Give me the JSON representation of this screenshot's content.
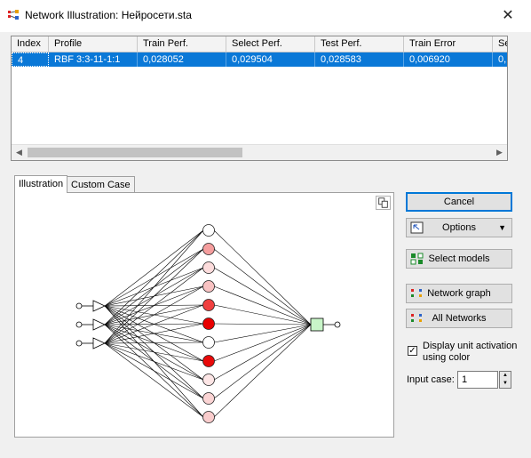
{
  "window": {
    "title": "Network Illustration: Нейросети.sta",
    "close_symbol": "✕"
  },
  "grid": {
    "columns": [
      "Index",
      "Profile",
      "Train Perf.",
      "Select Perf.",
      "Test Perf.",
      "Train Error",
      "Se"
    ],
    "rows": [
      [
        "4",
        "RBF 3:3-11-1:1",
        "0,028052",
        "0,029504",
        "0,028583",
        "0,006920",
        "0,"
      ]
    ]
  },
  "tabs": [
    "Illustration",
    "Custom Case"
  ],
  "buttons": {
    "cancel": "Cancel",
    "options": "Options",
    "select_models": "Select models",
    "network_graph": "Network graph",
    "all_networks": "All Networks"
  },
  "display_unit": {
    "label": "Display unit activation using color",
    "checked": true
  },
  "input_case": {
    "label": "Input case:",
    "value": "1"
  },
  "network": {
    "inputs": 3,
    "hidden_units": 11,
    "outputs": 1,
    "hidden_activation_colors": [
      "#ffffff",
      "#f59e9e",
      "#fcdcdc",
      "#f8c2c2",
      "#f04040",
      "#e80000",
      "#ffffff",
      "#e80a0a",
      "#fde6e6",
      "#fbd4d4",
      "#f9cccc"
    ],
    "output_color": "#c8f5c8"
  },
  "icons": {
    "copy": "copy-icon",
    "app": "network-app-icon",
    "dropdown": "chevron-down-icon"
  }
}
